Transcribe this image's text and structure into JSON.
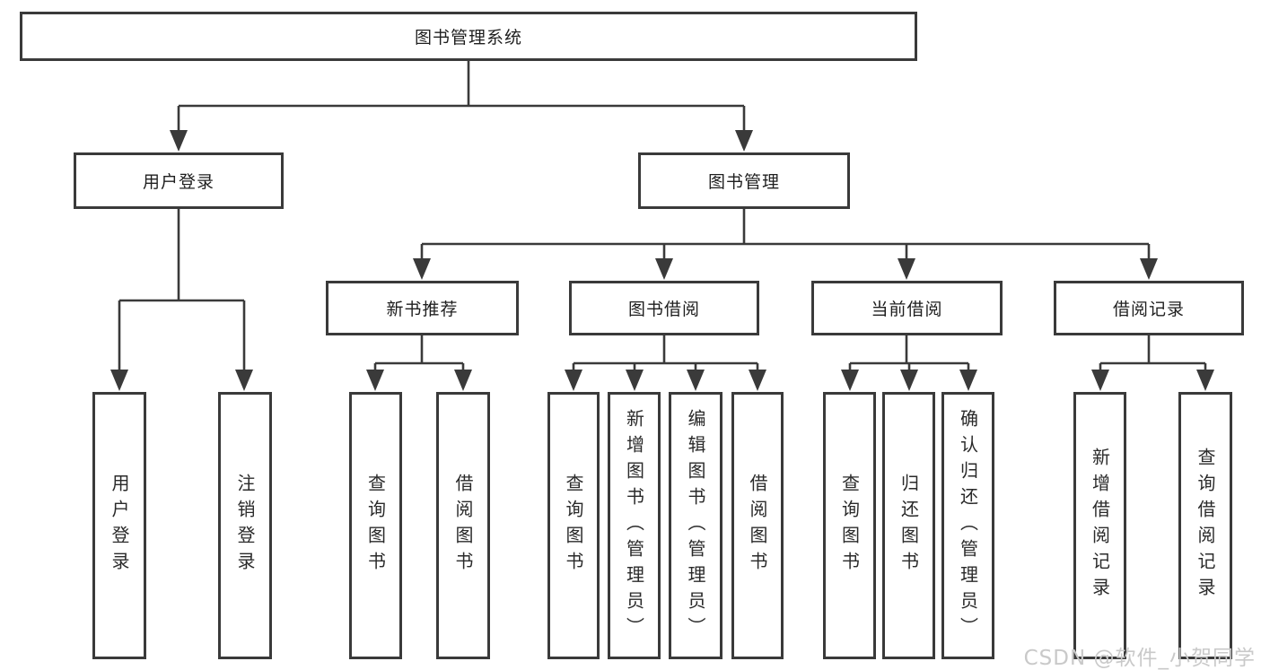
{
  "tree": {
    "root": "图书管理系统",
    "children": [
      {
        "label": "用户登录",
        "children": [
          "用户登录",
          "注销登录"
        ]
      },
      {
        "label": "图书管理",
        "children": [
          {
            "label": "新书推荐",
            "children": [
              "查询图书",
              "借阅图书"
            ]
          },
          {
            "label": "图书借阅",
            "children": [
              "查询图书",
              "新增图书（管理员）",
              "编辑图书（管理员）",
              "借阅图书"
            ]
          },
          {
            "label": "当前借阅",
            "children": [
              "查询图书",
              "归还图书",
              "确认归还（管理员）"
            ]
          },
          {
            "label": "借阅记录",
            "children": [
              "新增借阅记录",
              "查询借阅记录"
            ]
          }
        ]
      }
    ]
  },
  "watermark": {
    "text": "CSDN @软件_小贺同学"
  },
  "colors": {
    "line": "#3a3a3a",
    "border": "#3a3a3a",
    "text": "#1f1f1f",
    "watermark": "#c9c9c9",
    "background": "#ffffff"
  }
}
